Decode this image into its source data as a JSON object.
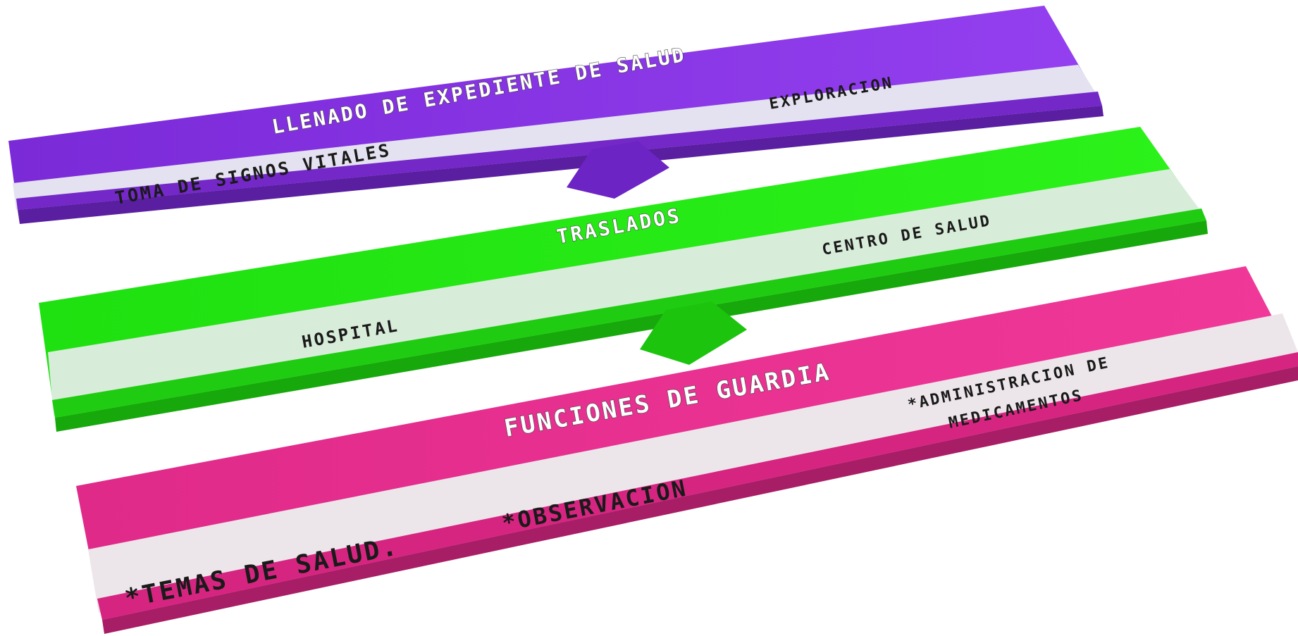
{
  "colors": {
    "band1": "#8a33e6",
    "band1_dark": "#5a1fa0",
    "band1_light": "#e4e2f0",
    "band2": "#22ee11",
    "band2_dark": "#17a80b",
    "band2_light": "#d8ecda",
    "band3": "#ec2f93",
    "band3_dark": "#a81e66",
    "band3_light": "#ece6ea"
  },
  "steps": [
    {
      "title": "LLENADO DE EXPEDIENTE DE SALUD",
      "items": [
        "TOMA DE SIGNOS VITALES",
        "EXPLORACION"
      ]
    },
    {
      "title": "TRASLADOS",
      "items": [
        "HOSPITAL",
        "CENTRO DE SALUD"
      ]
    },
    {
      "title": "FUNCIONES DE GUARDIA",
      "items": [
        "*TEMAS DE SALUD.",
        "*OBSERVACION",
        "*ADMINISTRACION DE",
        "MEDICAMENTOS"
      ]
    }
  ]
}
